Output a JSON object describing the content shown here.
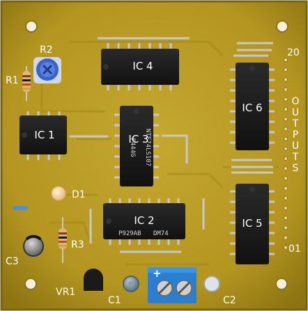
{
  "board": {
    "labels": {
      "r1": "R1",
      "r2": "R2",
      "r3": "R3",
      "d1": "D1",
      "c1": "C1",
      "c2": "C2",
      "c3": "C3",
      "vr1": "VR1",
      "pin20": "20",
      "pin01": "01",
      "outputs": "OUTPUTS"
    },
    "chips": {
      "ic1": "IC 1",
      "ic2": "IC 2",
      "ic3": "IC 3",
      "ic4": "IC 4",
      "ic5": "IC 5",
      "ic6": "IC 6"
    },
    "markings": {
      "ic3_part": "NTE74LS107",
      "ic3_code": "P444G",
      "ic2_part": "DM74",
      "ic2_code": "P929AB",
      "terminal_plus": "+"
    },
    "colors": {
      "pcb": "#b89b24",
      "pcb_edge": "#9c8217",
      "chip": "#1a1a1a",
      "lead": "#c8c8c8",
      "terminal": "#2a7fd0",
      "led": "#f4d6a0",
      "trimmer": "#3a63c8"
    }
  }
}
